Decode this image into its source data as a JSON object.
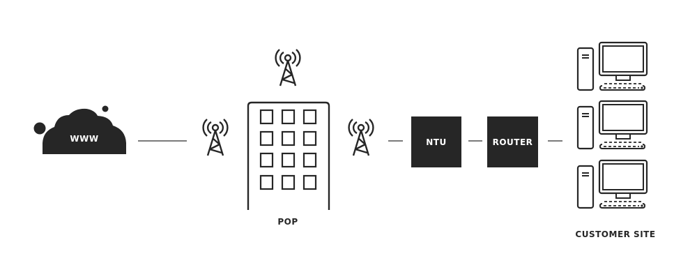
{
  "diagram": {
    "type": "network-topology",
    "colors": {
      "ink": "#262626",
      "line": "#7a7a7a",
      "box_text": "#ffffff",
      "background": "#ffffff"
    },
    "nodes": {
      "internet": {
        "label": "WWW",
        "icon": "cloud-icon"
      },
      "tower_left": {
        "icon": "radio-tower-icon"
      },
      "tower_top": {
        "icon": "radio-tower-icon"
      },
      "tower_right": {
        "icon": "radio-tower-icon"
      },
      "pop": {
        "label": "POP",
        "icon": "building-icon"
      },
      "ntu": {
        "label": "NTU"
      },
      "router": {
        "label": "ROUTER"
      },
      "customer_site": {
        "label": "CUSTOMER SITE",
        "computers": [
          {
            "icon": "desktop-computer-icon"
          },
          {
            "icon": "desktop-computer-icon"
          },
          {
            "icon": "desktop-computer-icon"
          }
        ]
      }
    },
    "links": [
      {
        "from": "internet",
        "to": "tower_left"
      },
      {
        "from": "tower_right",
        "to": "ntu"
      },
      {
        "from": "ntu",
        "to": "router"
      },
      {
        "from": "router",
        "to": "customer_site"
      }
    ]
  }
}
